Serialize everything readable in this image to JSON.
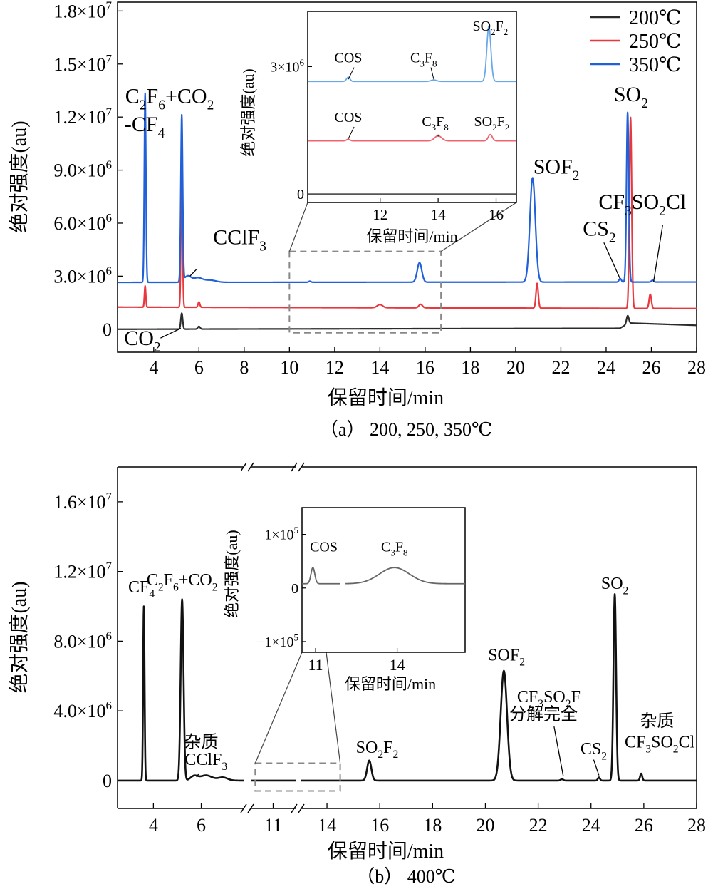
{
  "chart_data": [
    {
      "type": "line",
      "caption": "（a） 200, 250, 350℃",
      "xlabel": "保留时间/min",
      "ylabel": "绝对强度(au)",
      "xlim": [
        2.4,
        28.0
      ],
      "ylim": [
        -1300000,
        18500000
      ],
      "x_ticks": [
        4,
        6,
        8,
        10,
        12,
        14,
        16,
        18,
        20,
        22,
        24,
        26,
        28
      ],
      "y_ticks": [
        {
          "v": 0,
          "m": "0",
          "e": ""
        },
        {
          "v": 3000000,
          "m": "3.0×10",
          "e": "6"
        },
        {
          "v": 6000000,
          "m": "6.0×10",
          "e": "6"
        },
        {
          "v": 9000000,
          "m": "9.0×10",
          "e": "6"
        },
        {
          "v": 12000000,
          "m": "1.2×10",
          "e": "7"
        },
        {
          "v": 15000000,
          "m": "1.5×10",
          "e": "7"
        },
        {
          "v": 18000000,
          "m": "1.8×10",
          "e": "7"
        }
      ],
      "legend_position": "top-right",
      "series": [
        {
          "name": "200℃",
          "color": "#2b2b2b",
          "baseline": 0,
          "drift": [
            [
              2.4,
              0
            ],
            [
              24.6,
              50000
            ],
            [
              25.0,
              350000
            ],
            [
              28.0,
              220000
            ]
          ],
          "peaks": [
            [
              5.24,
              900000,
              0.04
            ],
            [
              6.0,
              150000,
              0.05
            ],
            [
              24.95,
              450000,
              0.05
            ]
          ]
        },
        {
          "name": "250℃",
          "color": "#e8383d",
          "baseline": 1250000,
          "drift": [
            [
              2.4,
              0
            ],
            [
              28.0,
              -80000
            ]
          ],
          "peaks": [
            [
              3.62,
              1200000,
              0.03
            ],
            [
              5.24,
              7900000,
              0.035
            ],
            [
              6.0,
              300000,
              0.04
            ],
            [
              14.0,
              180000,
              0.12
            ],
            [
              15.8,
              200000,
              0.08
            ],
            [
              20.95,
              1400000,
              0.05
            ],
            [
              25.08,
              10800000,
              0.05
            ],
            [
              25.95,
              800000,
              0.05
            ]
          ]
        },
        {
          "name": "350℃",
          "color": "#2060d8",
          "baseline": 2650000,
          "drift": [
            [
              2.4,
              0
            ],
            [
              28.0,
              20000
            ]
          ],
          "peaks": [
            [
              3.62,
              10700000,
              0.035
            ],
            [
              5.24,
              9400000,
              0.04
            ],
            [
              5.5,
              350000,
              0.15
            ],
            [
              5.95,
              250000,
              0.2
            ],
            [
              6.5,
              120000,
              0.25
            ],
            [
              10.9,
              60000,
              0.05
            ],
            [
              15.75,
              1100000,
              0.1
            ],
            [
              20.75,
              5900000,
              0.12
            ],
            [
              24.62,
              200000,
              0.05
            ],
            [
              24.95,
              9600000,
              0.05
            ],
            [
              26.05,
              100000,
              0.05
            ]
          ]
        }
      ],
      "annotations": [
        {
          "parts": [
            [
              "C",
              ""
            ],
            [
              "2",
              "sub"
            ],
            [
              "F",
              ""
            ],
            [
              "6",
              "sub"
            ],
            [
              "+CO",
              ""
            ],
            [
              "2",
              "sub"
            ]
          ],
          "x": 4.7,
          "y": 12800000
        },
        {
          "parts": [
            [
              "-CF",
              ""
            ],
            [
              "4",
              "sub"
            ]
          ],
          "x": 3.6,
          "y": 11200000
        },
        {
          "parts": [
            [
              "CClF",
              ""
            ],
            [
              "3",
              "sub"
            ]
          ],
          "x": 7.8,
          "y": 4800000
        },
        {
          "parts": [
            [
              "CO",
              ""
            ],
            [
              "2",
              "sub"
            ]
          ],
          "x": 3.5,
          "y": -900000
        },
        {
          "parts": [
            [
              "SOF",
              ""
            ],
            [
              "2",
              "sub"
            ]
          ],
          "x": 21.8,
          "y": 8800000
        },
        {
          "parts": [
            [
              "SO",
              ""
            ],
            [
              "2",
              "sub"
            ]
          ],
          "x": 25.1,
          "y": 12900000
        },
        {
          "parts": [
            [
              "CF",
              ""
            ],
            [
              "3",
              "sub"
            ],
            [
              "SO",
              ""
            ],
            [
              "2",
              "sub"
            ],
            [
              "Cl",
              ""
            ]
          ],
          "x": 25.6,
          "y": 6800000
        },
        {
          "parts": [
            [
              "CS",
              ""
            ],
            [
              "2",
              "sub"
            ]
          ],
          "x": 23.7,
          "y": 5300000
        }
      ],
      "inset": {
        "xlim": [
          9.5,
          16.7
        ],
        "x_ticks": [
          12,
          14,
          16
        ],
        "ylim": [
          -200000,
          4300000
        ],
        "y_ticks": [
          {
            "v": 0,
            "m": "0",
            "e": ""
          },
          {
            "v": 3000000,
            "m": "3×10",
            "e": "6"
          }
        ],
        "xlabel": "保留时间/min",
        "ylabel": "绝对强度(au)",
        "series": [
          {
            "color": "#6aa8e8",
            "baseline": 2650000,
            "peaks": [
              [
                10.9,
                100000,
                0.06
              ],
              [
                13.85,
                35000,
                0.1
              ],
              [
                15.75,
                1300000,
                0.07
              ]
            ]
          },
          {
            "color": "#f06470",
            "baseline": 1250000,
            "peaks": [
              [
                10.9,
                40000,
                0.06
              ],
              [
                14.0,
                120000,
                0.12
              ],
              [
                15.8,
                150000,
                0.07
              ]
            ]
          },
          {
            "color": "#555555",
            "baseline": 0,
            "peaks": []
          }
        ],
        "annotations": [
          {
            "parts": [
              [
                "COS",
                ""
              ]
            ],
            "x": 10.9,
            "y": 3100000
          },
          {
            "parts": [
              [
                "C",
                ""
              ],
              [
                "3",
                "sub"
              ],
              [
                "F",
                ""
              ],
              [
                "8",
                "sub"
              ]
            ],
            "x": 13.5,
            "y": 3100000
          },
          {
            "parts": [
              [
                "SO",
                ""
              ],
              [
                "2",
                "sub"
              ],
              [
                "F",
                ""
              ],
              [
                "2",
                "sub"
              ]
            ],
            "x": 15.8,
            "y": 3850000
          },
          {
            "parts": [
              [
                "COS",
                ""
              ]
            ],
            "x": 10.9,
            "y": 1700000
          },
          {
            "parts": [
              [
                "C",
                ""
              ],
              [
                "3",
                "sub"
              ],
              [
                "F",
                ""
              ],
              [
                "8",
                "sub"
              ]
            ],
            "x": 13.9,
            "y": 1600000
          },
          {
            "parts": [
              [
                "SO",
                ""
              ],
              [
                "2",
                "sub"
              ],
              [
                "F",
                ""
              ],
              [
                "2",
                "sub"
              ]
            ],
            "x": 15.85,
            "y": 1600000
          }
        ]
      }
    },
    {
      "type": "line",
      "caption": "（b） 400℃",
      "xlabel": "保留时间/min",
      "ylabel": "绝对强度(au)",
      "ylim": [
        -1600000,
        18000000
      ],
      "x_ticks": [
        "4",
        "6",
        "11",
        "14",
        "16",
        "18",
        "20",
        "22",
        "24",
        "26",
        "28"
      ],
      "y_ticks": [
        {
          "v": 0,
          "m": "0",
          "e": ""
        },
        {
          "v": 4000000,
          "m": "4.0×10",
          "e": "6"
        },
        {
          "v": 8000000,
          "m": "8.0×10",
          "e": "6"
        },
        {
          "v": 12000000,
          "m": "1.2×10",
          "e": "7"
        },
        {
          "v": 16000000,
          "m": "1.6×10",
          "e": "7"
        }
      ],
      "axis_breaks": [
        "8–10",
        "12–13"
      ],
      "series": [
        {
          "name": "400℃",
          "color": "#111111",
          "baseline": 0,
          "peaks": [
            [
              3.6,
              10000000,
              0.03
            ],
            [
              5.2,
              10400000,
              0.06
            ],
            [
              5.7,
              250000,
              0.15
            ],
            [
              6.2,
              300000,
              0.25
            ],
            [
              6.9,
              180000,
              0.2
            ],
            [
              15.6,
              1150000,
              0.08
            ],
            [
              20.7,
              6300000,
              0.12
            ],
            [
              22.9,
              80000,
              0.05
            ],
            [
              24.3,
              180000,
              0.04
            ],
            [
              24.9,
              10700000,
              0.05
            ],
            [
              25.9,
              400000,
              0.04
            ]
          ]
        }
      ],
      "annotations": [
        {
          "parts": [
            [
              "CF",
              ""
            ],
            [
              "4",
              "sub"
            ]
          ],
          "x": 3.5,
          "y": 10800000
        },
        {
          "parts": [
            [
              "C",
              ""
            ],
            [
              "2",
              "sub"
            ],
            [
              "F",
              ""
            ],
            [
              "6",
              "sub"
            ],
            [
              "+CO",
              ""
            ],
            [
              "2",
              "sub"
            ]
          ],
          "x": 5.2,
          "y": 11200000
        },
        {
          "parts": [
            [
              "杂质",
              ""
            ]
          ],
          "x": 6.0,
          "y": 1900000
        },
        {
          "parts": [
            [
              "CClF",
              ""
            ],
            [
              "3",
              "sub"
            ]
          ],
          "x": 6.2,
          "y": 900000
        },
        {
          "parts": [
            [
              "SO",
              ""
            ],
            [
              "2",
              "sub"
            ],
            [
              "F",
              ""
            ],
            [
              "2",
              "sub"
            ]
          ],
          "x": 15.9,
          "y": 1600000
        },
        {
          "parts": [
            [
              "SOF",
              ""
            ],
            [
              "2",
              "sub"
            ]
          ],
          "x": 20.8,
          "y": 6900000
        },
        {
          "parts": [
            [
              "CF",
              ""
            ],
            [
              "3",
              "sub"
            ],
            [
              "SO",
              ""
            ],
            [
              "2",
              "sub"
            ],
            [
              "F",
              ""
            ]
          ],
          "x": 22.4,
          "y": 4500000
        },
        {
          "parts": [
            [
              "分解完全",
              ""
            ]
          ],
          "x": 22.2,
          "y": 3500000
        },
        {
          "parts": [
            [
              "CS",
              ""
            ],
            [
              "2",
              "sub"
            ]
          ],
          "x": 24.1,
          "y": 1500000
        },
        {
          "parts": [
            [
              "SO",
              ""
            ],
            [
              "2",
              "sub"
            ]
          ],
          "x": 24.9,
          "y": 11000000
        },
        {
          "parts": [
            [
              "杂质",
              ""
            ]
          ],
          "x": 26.5,
          "y": 3100000
        },
        {
          "parts": [
            [
              "CF",
              ""
            ],
            [
              "3",
              "sub"
            ],
            [
              "SO",
              ""
            ],
            [
              "2",
              "sub"
            ],
            [
              "Cl",
              ""
            ]
          ],
          "x": 26.6,
          "y": 1900000
        }
      ],
      "inset": {
        "xlim": [
          10.5,
          16.5
        ],
        "x_ticks": [
          11,
          14
        ],
        "ylim": [
          -120000,
          150000
        ],
        "y_ticks": [
          {
            "v": 100000,
            "m": "1×10",
            "e": "5"
          },
          {
            "v": 0,
            "m": "0",
            "e": ""
          },
          {
            "v": -100000,
            "m": "−1×10",
            "e": "5"
          }
        ],
        "xlabel": "保留时间/min",
        "ylabel": "绝对强度(au)",
        "series": [
          {
            "color": "#666666",
            "baseline": 8000,
            "peaks": [
              [
                10.9,
                30000,
                0.07
              ],
              [
                13.9,
                30000,
                0.55
              ]
            ]
          }
        ],
        "annotations": [
          {
            "parts": [
              [
                "COS",
                ""
              ]
            ],
            "x": 11.3,
            "y": 68000
          },
          {
            "parts": [
              [
                "C",
                ""
              ],
              [
                "3",
                "sub"
              ],
              [
                "F",
                ""
              ],
              [
                "8",
                "sub"
              ]
            ],
            "x": 13.9,
            "y": 68000
          }
        ]
      }
    }
  ]
}
